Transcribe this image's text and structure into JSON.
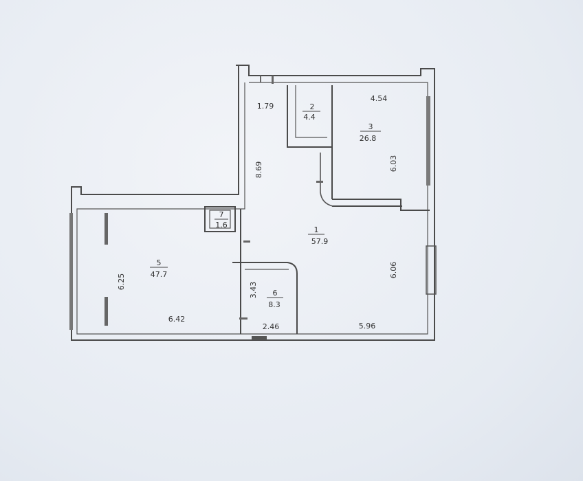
{
  "rooms": [
    {
      "id": "room-1",
      "number": "1",
      "area": "57.9"
    },
    {
      "id": "room-2",
      "number": "2",
      "area": "4.4"
    },
    {
      "id": "room-3",
      "number": "3",
      "area": "26.8"
    },
    {
      "id": "room-5",
      "number": "5",
      "area": "47.7"
    },
    {
      "id": "room-6",
      "number": "6",
      "area": "8.3"
    },
    {
      "id": "room-7",
      "number": "7",
      "area": "1.6"
    }
  ],
  "dimensions": {
    "d179": "1.79",
    "d454": "4.54",
    "d603": "6.03",
    "d869": "8.69",
    "d625": "6.25",
    "d642": "6.42",
    "d343": "3.43",
    "d246": "2.46",
    "d596": "5.96",
    "d606": "6.06"
  },
  "colors": {
    "paper": "#e9edf3",
    "ink": "#4a4a4a"
  }
}
